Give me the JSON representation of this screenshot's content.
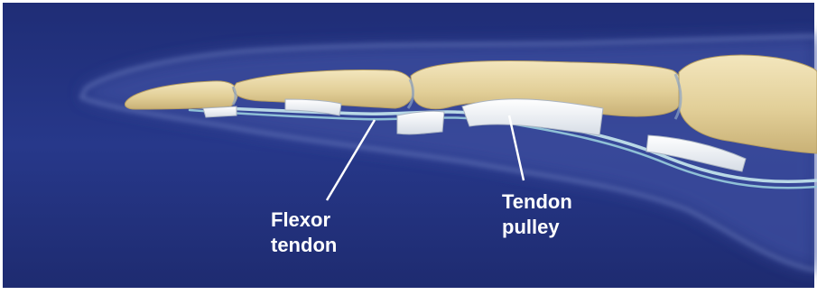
{
  "labels": {
    "flexor_tendon": {
      "line1": "Flexor",
      "line2": "tendon"
    },
    "tendon_pulley": {
      "line1": "Tendon",
      "line2": "pulley"
    }
  },
  "colors": {
    "background": "#24347e",
    "background_dark": "#1a2666",
    "soft_tissue_glow": "#a9b8e6",
    "bone": "#e8d7a6",
    "bone_shadow": "#c8b074",
    "tendon": "#b9d9e6",
    "pulley": "#f4f6f8",
    "pointer_line": "#ffffff",
    "label_text": "#ffffff"
  }
}
